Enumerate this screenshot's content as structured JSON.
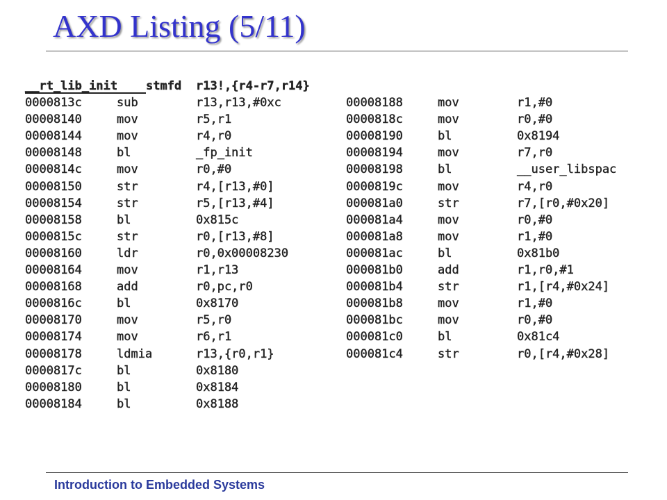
{
  "slide": {
    "title": "AXD Listing (5/11)",
    "footer": "Introduction to Embedded Systems"
  },
  "listing": {
    "header": {
      "symbol": "__rt_lib_init",
      "op": "stmfd",
      "args": "r13!,{r4-r7,r14}"
    },
    "left": [
      {
        "addr": "0000813c",
        "op": "sub",
        "args": "r13,r13,#0xc"
      },
      {
        "addr": "00008140",
        "op": "mov",
        "args": "r5,r1"
      },
      {
        "addr": "00008144",
        "op": "mov",
        "args": "r4,r0"
      },
      {
        "addr": "00008148",
        "op": "bl",
        "args": "_fp_init"
      },
      {
        "addr": "0000814c",
        "op": "mov",
        "args": "r0,#0"
      },
      {
        "addr": "00008150",
        "op": "str",
        "args": "r4,[r13,#0]"
      },
      {
        "addr": "00008154",
        "op": "str",
        "args": "r5,[r13,#4]"
      },
      {
        "addr": "00008158",
        "op": "bl",
        "args": "0x815c"
      },
      {
        "addr": "0000815c",
        "op": "str",
        "args": "r0,[r13,#8]"
      },
      {
        "addr": "00008160",
        "op": "ldr",
        "args": "r0,0x00008230"
      },
      {
        "addr": "00008164",
        "op": "mov",
        "args": "r1,r13"
      },
      {
        "addr": "00008168",
        "op": "add",
        "args": "r0,pc,r0"
      },
      {
        "addr": "0000816c",
        "op": "bl",
        "args": "0x8170"
      },
      {
        "addr": "00008170",
        "op": "mov",
        "args": "r5,r0"
      },
      {
        "addr": "00008174",
        "op": "mov",
        "args": "r6,r1"
      },
      {
        "addr": "00008178",
        "op": "ldmia",
        "args": "r13,{r0,r1}"
      },
      {
        "addr": "0000817c",
        "op": "bl",
        "args": "0x8180"
      },
      {
        "addr": "00008180",
        "op": "bl",
        "args": "0x8184"
      },
      {
        "addr": "00008184",
        "op": "bl",
        "args": "0x8188"
      }
    ],
    "right": [
      {
        "addr": "00008188",
        "op": "mov",
        "args": "r1,#0"
      },
      {
        "addr": "0000818c",
        "op": "mov",
        "args": "r0,#0"
      },
      {
        "addr": "00008190",
        "op": "bl",
        "args": "0x8194"
      },
      {
        "addr": "00008194",
        "op": "mov",
        "args": "r7,r0"
      },
      {
        "addr": "00008198",
        "op": "bl",
        "args": "__user_libspac"
      },
      {
        "addr": "0000819c",
        "op": "mov",
        "args": "r4,r0"
      },
      {
        "addr": "000081a0",
        "op": "str",
        "args": "r7,[r0,#0x20]"
      },
      {
        "addr": "000081a4",
        "op": "mov",
        "args": "r0,#0"
      },
      {
        "addr": "000081a8",
        "op": "mov",
        "args": "r1,#0"
      },
      {
        "addr": "000081ac",
        "op": "bl",
        "args": "0x81b0"
      },
      {
        "addr": "000081b0",
        "op": "add",
        "args": "r1,r0,#1"
      },
      {
        "addr": "000081b4",
        "op": "str",
        "args": "r1,[r4,#0x24]"
      },
      {
        "addr": "000081b8",
        "op": "mov",
        "args": "r1,#0"
      },
      {
        "addr": "000081bc",
        "op": "mov",
        "args": "r0,#0"
      },
      {
        "addr": "000081c0",
        "op": "bl",
        "args": "0x81c4"
      },
      {
        "addr": "000081c4",
        "op": "str",
        "args": "r0,[r4,#0x28]"
      }
    ]
  }
}
